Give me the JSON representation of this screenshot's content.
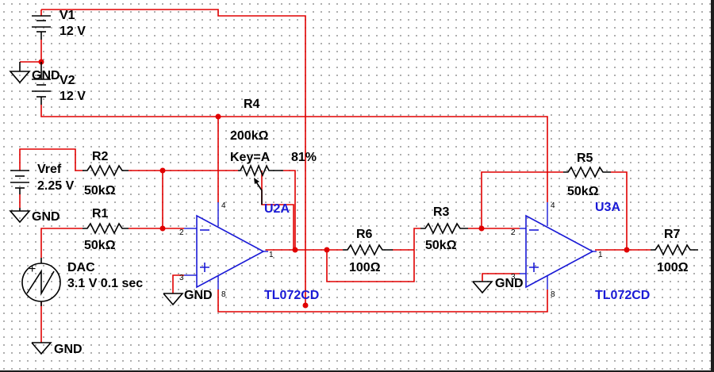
{
  "sources": {
    "v1": {
      "name": "V1",
      "value": "12 V"
    },
    "v2": {
      "name": "V2",
      "value": "12 V"
    },
    "vref": {
      "name": "Vref",
      "value": "2.25 V"
    },
    "dac": {
      "name": "DAC",
      "value": "3.1 V 0.1 sec"
    }
  },
  "resistors": {
    "r1": {
      "name": "R1",
      "value": "50kΩ"
    },
    "r2": {
      "name": "R2",
      "value": "50kΩ"
    },
    "r3": {
      "name": "R3",
      "value": "50kΩ"
    },
    "r4": {
      "name": "R4",
      "value": "200kΩ",
      "key": "Key=A",
      "percent": "81%"
    },
    "r5": {
      "name": "R5",
      "value": "50kΩ"
    },
    "r6": {
      "name": "R6",
      "value": "100Ω"
    },
    "r7": {
      "name": "R7",
      "value": "100Ω"
    }
  },
  "opamps": {
    "u2a": {
      "name": "U2A",
      "part": "TL072CD"
    },
    "u3a": {
      "name": "U3A",
      "part": "TL072CD"
    }
  },
  "pins": {
    "p1": "1",
    "p2": "2",
    "p3": "3",
    "p4": "4",
    "p8": "8"
  },
  "ground_label": "GND",
  "colors": {
    "wire": "#e00000",
    "component": "#000000",
    "opamp": "#1a1ad6",
    "background": "#ffffff",
    "grid_dot": "#9a9a9a"
  }
}
